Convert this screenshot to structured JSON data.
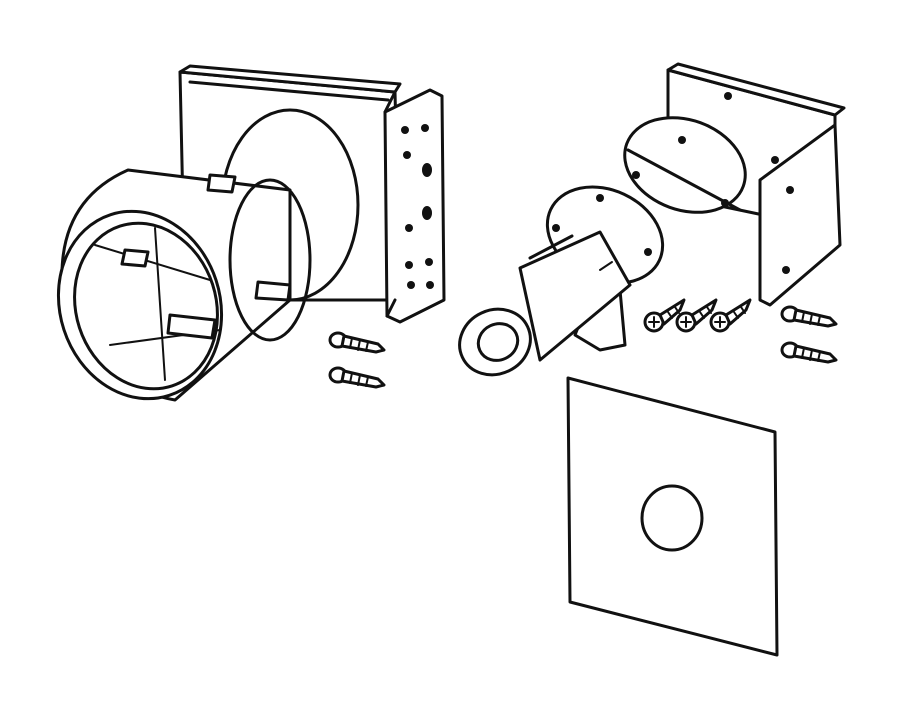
{
  "diagram": {
    "kind": "exploded-assembly-line-drawing",
    "line_color": "#111111",
    "background": "#ffffff",
    "components": [
      {
        "id": "mounting-ring",
        "icon": "cylindrical-ring-icon"
      },
      {
        "id": "left-bracket",
        "icon": "l-bracket-icon"
      },
      {
        "id": "right-bracket",
        "icon": "l-bracket-icon"
      },
      {
        "id": "pipe-fitting",
        "icon": "elbow-pipe-icon"
      },
      {
        "id": "cover-plate",
        "icon": "square-plate-icon"
      }
    ],
    "screws": {
      "left_group_count": 2,
      "phillips_group_count": 3,
      "right_group_count": 2
    }
  }
}
